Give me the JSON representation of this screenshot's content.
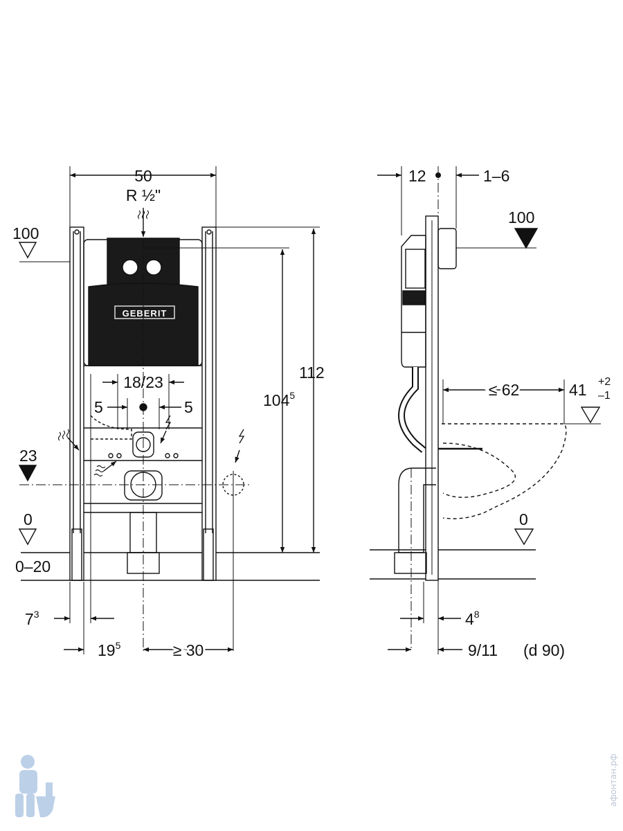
{
  "front_view": {
    "width": "50",
    "thread": "R ½\"",
    "brand": "GEBERIT",
    "level_100": "100",
    "level_23": "23",
    "level_0": "0",
    "floor_range": "0–20",
    "height_total": "112",
    "height_main": "104",
    "height_main_sup": "5",
    "spacing_outlet": "18/23",
    "spacing_left": "5",
    "spacing_right": "5",
    "offset_left": "7",
    "offset_left_sup": "3",
    "offset_drain": "19",
    "offset_drain_sup": "5",
    "min_side": "≥ 30"
  },
  "side_view": {
    "depth_front": "12",
    "depth_range": "1–6",
    "level_100": "100",
    "bowl_projection": "≤ 62",
    "bowl_height": "41",
    "bowl_height_plus": "+2",
    "bowl_height_minus": "–1",
    "level_0": "0",
    "floor_offset": "4",
    "floor_offset_sup": "8",
    "pipe_offset": "9/11",
    "pipe_diameter": "(d 90)"
  },
  "watermark": {
    "text": "афонтан.рф"
  },
  "colors": {
    "line": "#111111",
    "panel": "#1a1a1a",
    "watermark": "#bcc6d6"
  }
}
